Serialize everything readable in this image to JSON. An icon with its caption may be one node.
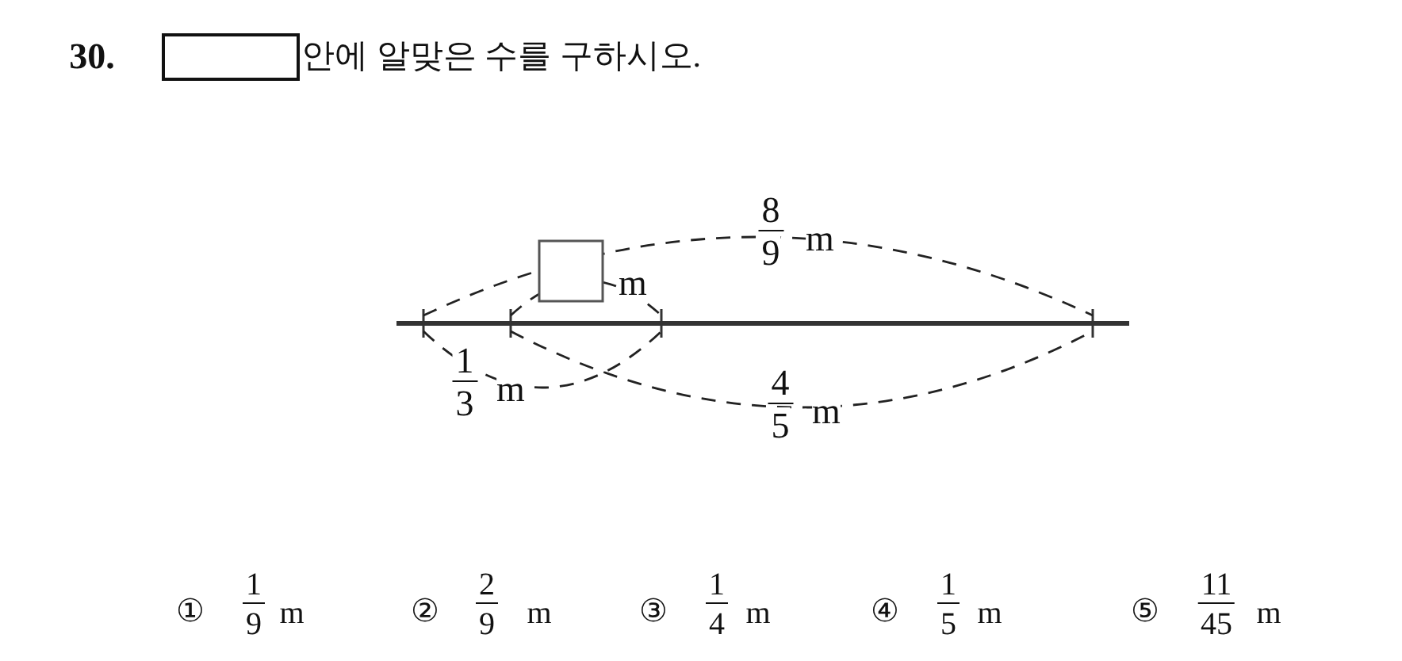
{
  "diagram": {
    "labels": [
      "30.",
      "안에 알맞은 수를 구하시오.",
      "8",
      "9",
      "m",
      "m",
      "1",
      "3",
      "m",
      "4",
      "5",
      "m",
      "①",
      "1",
      "9",
      "m",
      "②",
      "2",
      "9",
      "m",
      "③",
      "1",
      "4",
      "m",
      "④",
      "1",
      "5",
      "m",
      "⑤",
      "11",
      "45",
      "m"
    ]
  }
}
